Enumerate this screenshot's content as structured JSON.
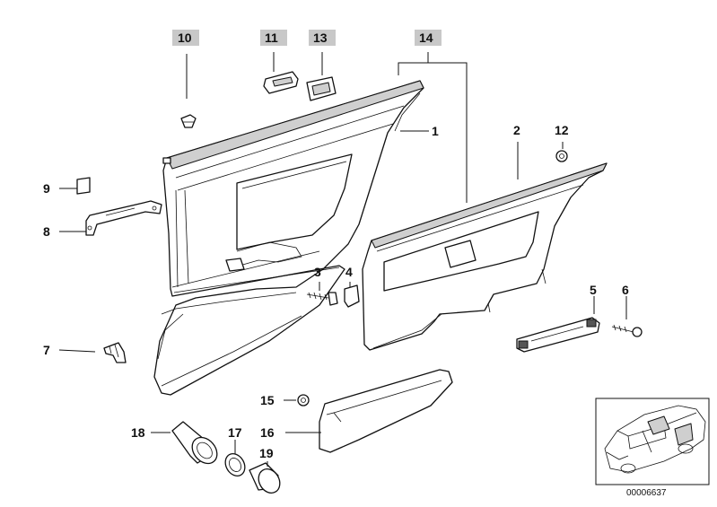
{
  "diagram_id": "00006637",
  "labels": {
    "p1": "1",
    "p2": "2",
    "p3": "3",
    "p4": "4",
    "p5": "5",
    "p6": "6",
    "p7": "7",
    "p8": "8",
    "p9": "9",
    "p10": "10",
    "p11": "11",
    "p12": "12",
    "p13": "13",
    "p14": "14",
    "p15": "15",
    "p16": "16",
    "p17": "17",
    "p18": "18",
    "p19": "19"
  },
  "colors": {
    "header_highlight": "#c8c8c8",
    "line": "#111111",
    "shade": "#cfcfcf"
  }
}
